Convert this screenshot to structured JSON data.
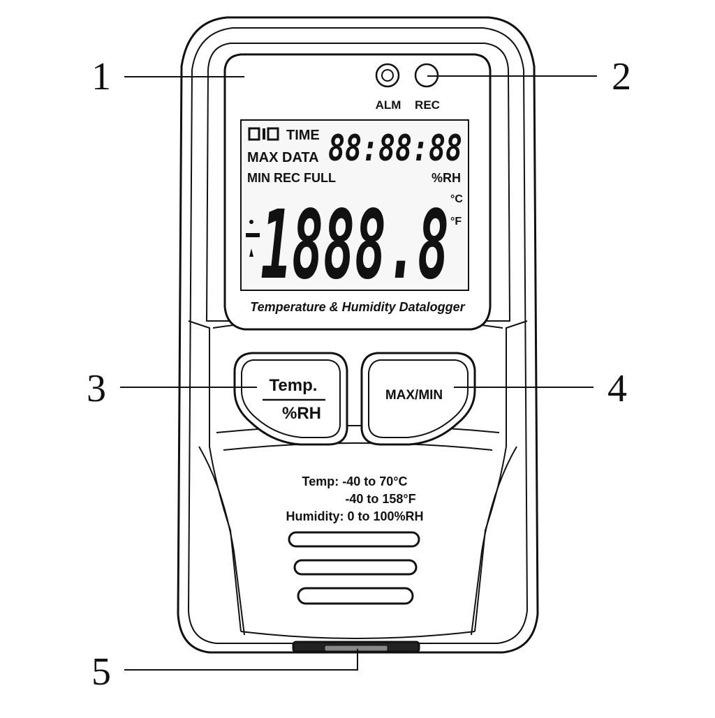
{
  "callouts": [
    {
      "number": "1"
    },
    {
      "number": "2"
    },
    {
      "number": "3"
    },
    {
      "number": "4"
    },
    {
      "number": "5"
    }
  ],
  "indicators": {
    "alm_label": "ALM",
    "rec_label": "REC"
  },
  "lcd": {
    "row1_left": "TIME",
    "row2_left": "MAX DATA",
    "row3_left": "MIN REC FULL",
    "small_digits": "88:88:88",
    "rh_unit": "%RH",
    "big_digits": "1888.8",
    "unit_c": "°C",
    "unit_f": "°F"
  },
  "device_title": "Temperature & Humidity Datalogger",
  "buttons": {
    "temp_rh": {
      "top": "Temp.",
      "bottom": "%RH"
    },
    "max_min": {
      "label": "MAX/MIN"
    }
  },
  "specs": {
    "line1": "Temp: -40 to 70°C",
    "line2": "-40 to 158°F",
    "line3": "Humidity: 0 to 100%RH"
  },
  "colors": {
    "ink": "#111111",
    "lcd_bg": "#f7f7f7",
    "body": "#ffffff"
  }
}
